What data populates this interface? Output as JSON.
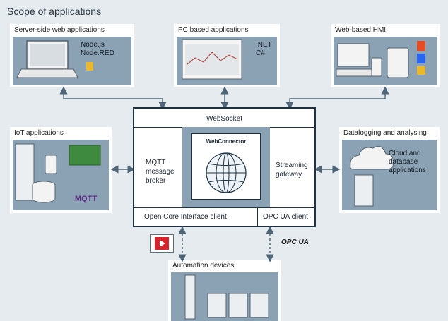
{
  "title": "Scope of applications",
  "cards": {
    "server": {
      "label": "Server-side web applications",
      "lines": [
        "Node.js",
        "Node.RED"
      ]
    },
    "pc": {
      "label": "PC based applications",
      "lines": [
        ".NET",
        "C#"
      ]
    },
    "hmi": {
      "label": "Web-based HMI"
    },
    "iot": {
      "label": "IoT applications",
      "mqtt_logo": "MQTT"
    },
    "datalog": {
      "label": "Datalogging and analysing",
      "lines": [
        "Cloud and",
        "database",
        "applications"
      ]
    },
    "automation": {
      "label": "Automation devices"
    }
  },
  "center": {
    "websocket": "WebSocket",
    "mqtt_broker": [
      "MQTT",
      "message",
      "broker"
    ],
    "webconnector": "WebConnector",
    "streaming": [
      "Streaming",
      "gateway"
    ],
    "oci_client": "Open Core Interface client",
    "opcua_client": "OPC UA client"
  },
  "opc_logo": "OPC UA",
  "colors": {
    "panel": "#8aa2b4",
    "background": "#e6ebf0",
    "border": "#1d3142",
    "accent": "#d7232b"
  },
  "icons": [
    "laptop-icon",
    "desktop-monitor-icon",
    "tablet-icon",
    "phone-icon",
    "globe-icon",
    "cloud-icon",
    "database-icon",
    "server-rack-icon",
    "play-icon"
  ]
}
